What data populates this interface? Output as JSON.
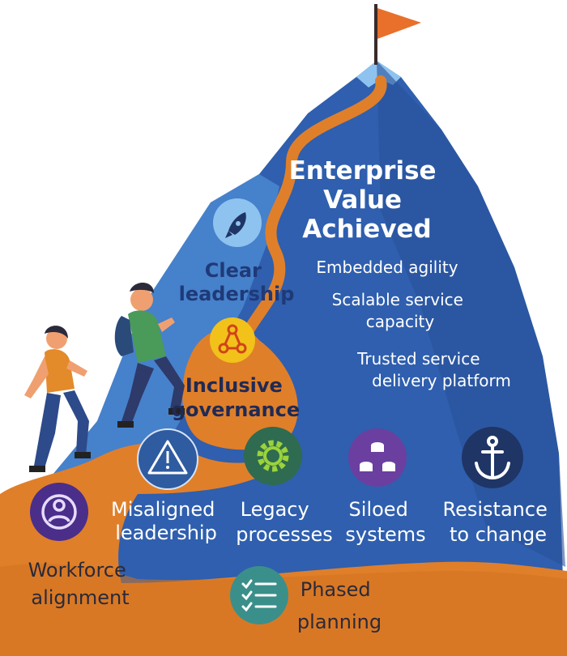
{
  "summit": {
    "title_lines": [
      "Enterprise",
      "Value",
      "Achieved"
    ],
    "outcomes": [
      {
        "lines": [
          "Embedded agility"
        ]
      },
      {
        "lines": [
          "Scalable service",
          "capacity"
        ]
      },
      {
        "lines": [
          "Trusted service",
          "delivery platform"
        ]
      }
    ]
  },
  "enablers": {
    "clear_leadership": {
      "lines": [
        "Clear",
        "leadership"
      ],
      "icon": "rocket-icon"
    },
    "inclusive_governance": {
      "lines": [
        "Inclusive",
        "governance"
      ],
      "icon": "network-icon"
    },
    "workforce_alignment": {
      "lines": [
        "Workforce",
        "alignment"
      ],
      "icon": "person-icon"
    },
    "phased_planning": {
      "lines": [
        "Phased",
        "planning"
      ],
      "icon": "checklist-icon"
    }
  },
  "barriers": [
    {
      "id": "misaligned",
      "lines": [
        "Misaligned",
        "leadership"
      ],
      "icon": "warning-icon",
      "color": "#3f6aa3"
    },
    {
      "id": "legacy",
      "lines": [
        "Legacy",
        "processes"
      ],
      "icon": "gear-icon",
      "color": "#2f6b50"
    },
    {
      "id": "siloed",
      "lines": [
        "Siloed",
        "systems"
      ],
      "icon": "database-icon",
      "color": "#6b3fa0"
    },
    {
      "id": "resistance",
      "lines": [
        "Resistance",
        "to change"
      ],
      "icon": "anchor-icon",
      "color": "#1f3566"
    }
  ],
  "colors": {
    "mountain_dark": "#2c5aa8",
    "mountain_light": "#4a8bd6",
    "path_orange": "#e07f2a",
    "flag": "#e8702a",
    "text_white": "#ffffff",
    "text_navy": "#1f3a78",
    "text_dark": "#2a2a3a"
  }
}
